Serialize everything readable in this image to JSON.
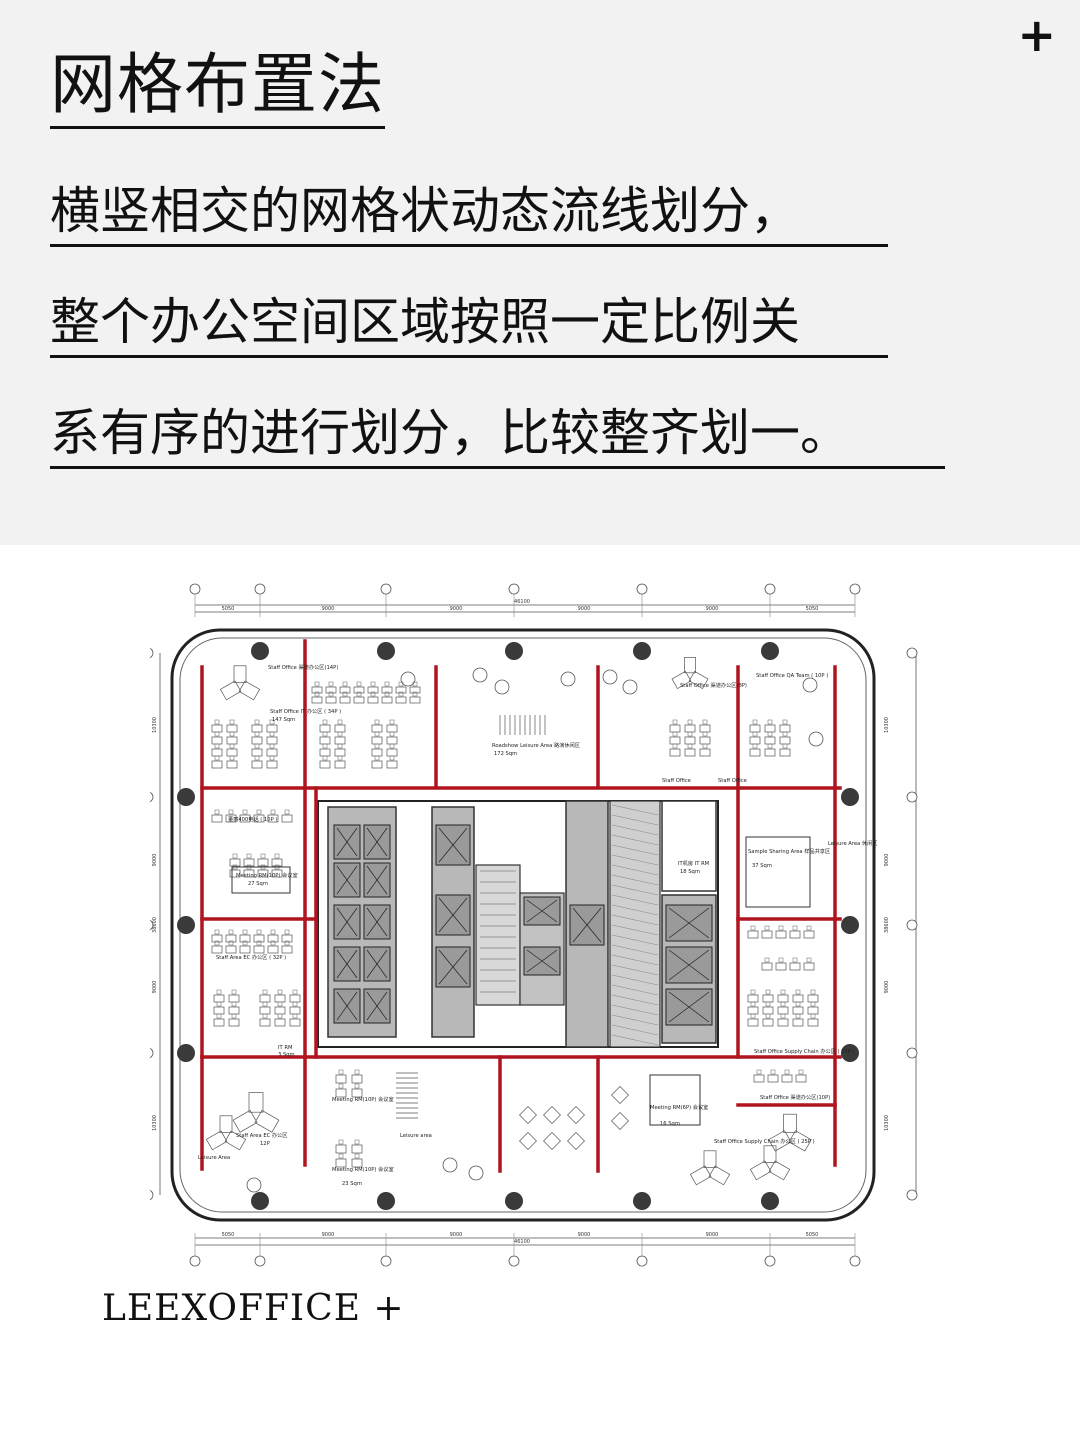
{
  "header": {
    "title": "网格布置法",
    "lines": [
      "横竖相交的网格状动态流线划分，",
      "整个办公空间区域按照一定比例关",
      "系有序的进行划分，比较整齐划一。"
    ],
    "corner_mark": "+"
  },
  "brand": {
    "name": "LEEXOFFICE +"
  },
  "plan": {
    "dimensions_top": [
      "5050",
      "9000",
      "9000",
      "9000",
      "9000",
      "5050"
    ],
    "total_top": "46100",
    "dimensions_bottom": [
      "5050",
      "9000",
      "9000",
      "9000",
      "9000",
      "5050"
    ],
    "total_bottom": "46100",
    "dimensions_side": [
      "10300",
      "9000",
      "9000",
      "10300"
    ],
    "total_side": "38600",
    "rooms": [
      "Staff Office 渠道办公区(14P)",
      "Staff Office IT 办公区 ( 34P )",
      "147 Sqm",
      "Roadshow Leisure Area 路演休闲区",
      "172 Sqm",
      "Staff Office 渠道办公区(8P)",
      "Staff Office QA Team ( 10P )",
      "董丽400电话 ( 10P )",
      "Meeting RM(10P) 会议室",
      "27 Sqm",
      "IT机房 IT RM",
      "18 Sqm",
      "Sample Sharing Area 样品共享区",
      "37 Sqm",
      "Staff Area EC 办公区 ( 32P )",
      "IT RM",
      "3 Sqm",
      "Staff Office Supply Chain 办公区 ( 23P )",
      "Staff Area EC 办公区",
      "12P",
      "Meeting RM(10P) 会议室",
      "Meeting RM(10P) 会议室",
      "23 Sqm",
      "Leisure area",
      "Meeting RM(6P) 会议室",
      "16 Sqm",
      "Staff Office 渠道办公区(10P)",
      "Staff Office Supply Chain 办公区 ( 25P )",
      "Leisure Area",
      "Leisure Area 休闲区",
      "Staff Office",
      "Staff Office"
    ],
    "colors": {
      "partition": "#b0141e",
      "wall": "#222222",
      "column": "#3a3a3a",
      "core_fill": "#b8b8b8"
    }
  }
}
